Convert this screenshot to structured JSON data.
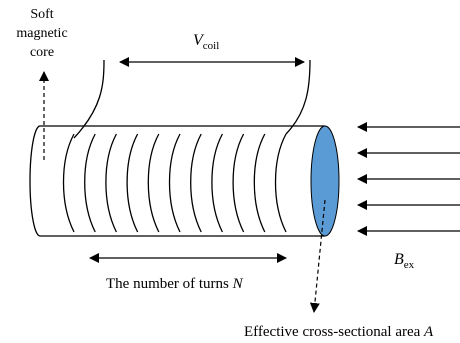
{
  "labels": {
    "core": [
      "Soft",
      "magnetic",
      "core"
    ],
    "vcoil": {
      "main": "V",
      "sub": "coil"
    },
    "turns": {
      "text": "The number of turns ",
      "var": "N"
    },
    "area": {
      "text": "Effective cross-sectional area ",
      "var": "A"
    },
    "bex": {
      "main": "B",
      "sub": "ex"
    }
  },
  "colors": {
    "line": "#000000",
    "end_face": "#5b9bd5",
    "background": "#ffffff"
  },
  "coil": {
    "visible_turns": 11
  },
  "external_field": {
    "arrow_count": 5,
    "direction": "leftward"
  }
}
